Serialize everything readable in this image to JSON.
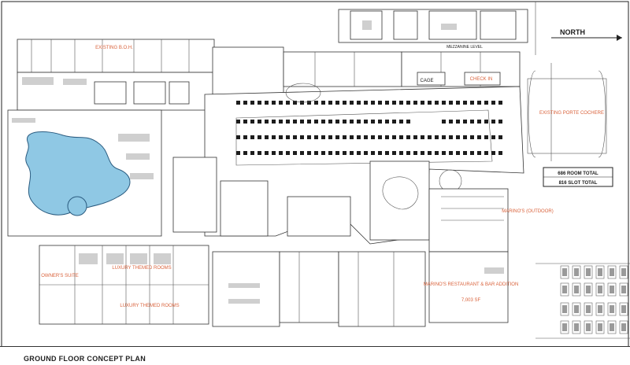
{
  "sheet": {
    "title": "GROUND FLOOR CONCEPT PLAN",
    "north_label": "NORTH"
  },
  "labels": {
    "existing_boh": "EXISTING B.O.H.",
    "mezzanine": "MEZZANINE LEVEL",
    "cage": "CAGE",
    "check_in": "CHECK IN",
    "porte_cochere": "EXISTING PORTE COCHERE",
    "room_total": "686 ROOM TOTAL",
    "slot_total": "816 SLOT TOTAL",
    "owners_suite": "OWNER'S SUITE",
    "luxury_themed_1": "LUXURY THEMED ROOMS",
    "luxury_themed_2": "LUXURY THEMED ROOMS",
    "marinos_outdoor": "MARINO'S (OUTDOOR)",
    "marinos_restaurant": "MARINO'S RESTAURANT & BAR ADDITION",
    "marinos_sf": "7,003 SF"
  },
  "colors": {
    "label": "#d9623b",
    "pool": "#8fc8e4",
    "linework": "#222222",
    "slot_machine": "#1d1d1d"
  }
}
